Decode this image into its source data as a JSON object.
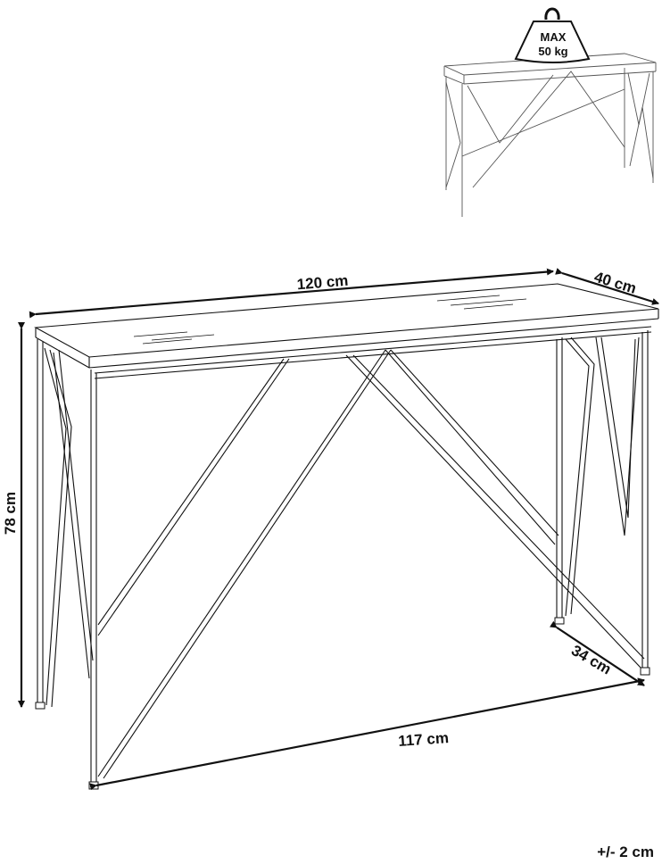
{
  "weight_badge": {
    "line1": "MAX",
    "line2": "50 kg"
  },
  "dimensions": {
    "width_top": "120 cm",
    "depth_top": "40 cm",
    "height": "78 cm",
    "width_bottom": "117 cm",
    "depth_bottom": "34 cm"
  },
  "tolerance": "+/- 2 cm"
}
